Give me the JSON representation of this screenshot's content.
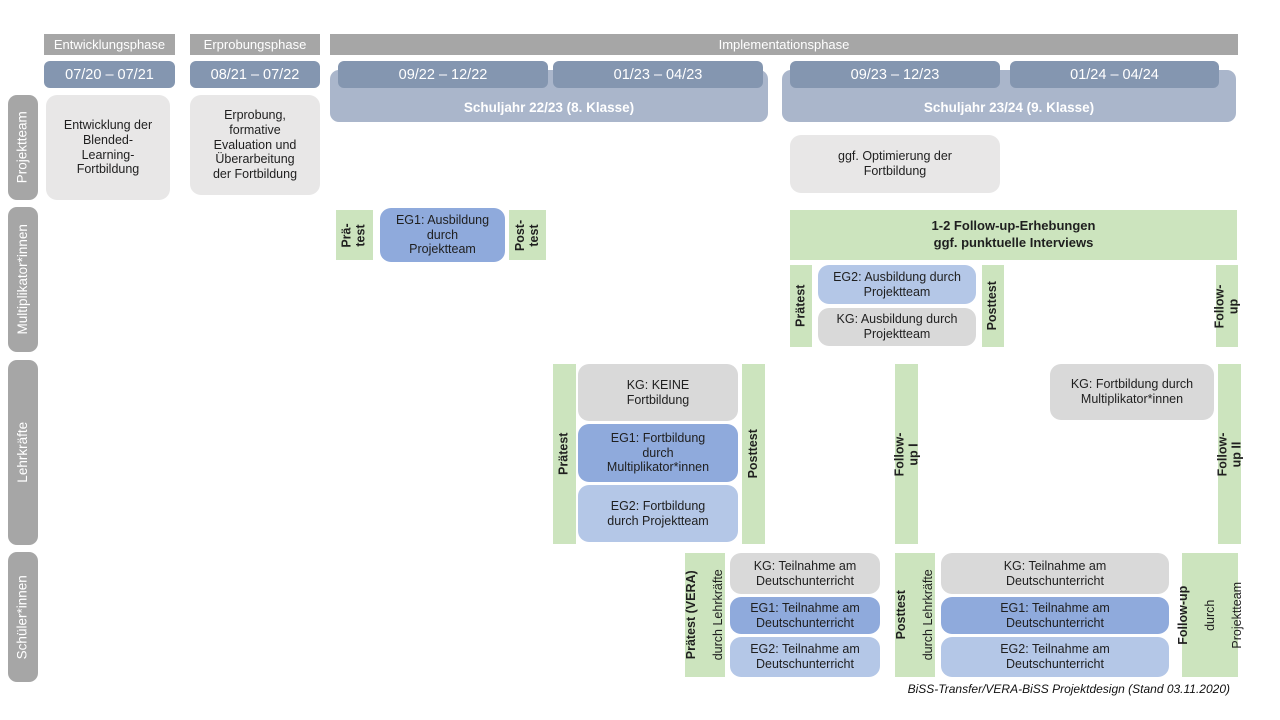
{
  "caption": "BiSS-Transfer/VERA-BiSS Projektdesign (Stand 03.11.2020)",
  "colors": {
    "phase_bar": "#A6A6A6",
    "date_pill": "#8496B0",
    "year_band": "#AAB6CB",
    "row_label": "#A6A6A6",
    "gray_light": "#E8E7E7",
    "gray_kg": "#D9D9D9",
    "blue_eg1": "#8FAADC",
    "blue_eg2": "#B4C7E7",
    "green": "#CCE4BE"
  },
  "phases": [
    {
      "label": "Entwicklungsphase"
    },
    {
      "label": "Erprobungsphase"
    },
    {
      "label": "Implementationsphase"
    }
  ],
  "dates": [
    "07/20 – 07/21",
    "08/21 – 07/22",
    "09/22 – 12/22",
    "01/23 – 04/23",
    "09/23 – 12/23",
    "01/24 – 04/24"
  ],
  "school_years": [
    "Schuljahr 22/23 (8. Klasse)",
    "Schuljahr 23/24 (9. Klasse)"
  ],
  "row_labels": [
    "Projektteam",
    "Multiplikator*innen",
    "Lehrkräfte",
    "Schüler*innen"
  ],
  "projektteam": {
    "entwicklung": "Entwicklung der\nBlended-\nLearning-\nFortbildung",
    "erprobung": "Erprobung,\nformative\nEvaluation und\nÜberarbeitung\nder Fortbildung",
    "optimierung": "ggf. Optimierung der\nFortbildung"
  },
  "multiplikatoren": {
    "praetest_1": "Prä-\ntest",
    "eg1": "EG1: Ausbildung\ndurch\nProjektteam",
    "posttest_1": "Post-\ntest",
    "followup_box": "1-2 Follow-up-Erhebungen\nggf. punktuelle Interviews",
    "praetest_2": "Prätest",
    "eg2": "EG2: Ausbildung durch\nProjektteam",
    "kg": "KG: Ausbildung durch\nProjektteam",
    "posttest_2": "Posttest",
    "followup": "Follow-up"
  },
  "lehrkraefte": {
    "praetest": "Prätest",
    "kg_keine": "KG: KEINE\nFortbildung",
    "eg1": "EG1: Fortbildung\ndurch\nMultiplikator*innen",
    "eg2": "EG2: Fortbildung\ndurch Projektteam",
    "posttest": "Posttest",
    "followup1": "Follow-up I",
    "kg_fortbildung": "KG: Fortbildung durch\nMultiplikator*innen",
    "followup2": "Follow-up II"
  },
  "schueler": {
    "praetest_bold": "Prätest (VERA)",
    "praetest_sub": "durch Lehrkräfte",
    "kg": "KG: Teilnahme am\nDeutschunterricht",
    "eg1": "EG1: Teilnahme am\nDeutschunterricht",
    "eg2": "EG2: Teilnahme am\nDeutschunterricht",
    "posttest_bold": "Posttest",
    "posttest_sub": "durch Lehrkräfte",
    "followup_bold": "Follow-up",
    "followup_sub1": "durch",
    "followup_sub2": "Projektteam"
  }
}
